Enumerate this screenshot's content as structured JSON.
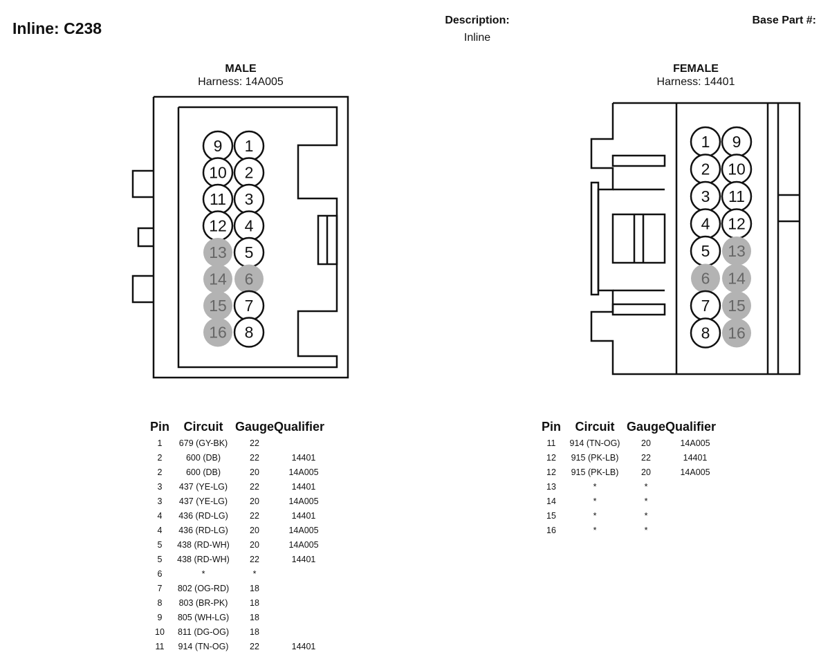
{
  "header": {
    "title": "Inline: C238",
    "description_label": "Description:",
    "description_value": "Inline",
    "base_part_label": "Base Part #:"
  },
  "male": {
    "gender": "MALE",
    "harness": "Harness: 14A005",
    "cavities": [
      {
        "pin": "9",
        "shaded": false
      },
      {
        "pin": "1",
        "shaded": false
      },
      {
        "pin": "10",
        "shaded": false
      },
      {
        "pin": "2",
        "shaded": false
      },
      {
        "pin": "11",
        "shaded": false
      },
      {
        "pin": "3",
        "shaded": false
      },
      {
        "pin": "12",
        "shaded": false
      },
      {
        "pin": "4",
        "shaded": false
      },
      {
        "pin": "13",
        "shaded": true
      },
      {
        "pin": "5",
        "shaded": false
      },
      {
        "pin": "14",
        "shaded": true
      },
      {
        "pin": "6",
        "shaded": true
      },
      {
        "pin": "15",
        "shaded": true
      },
      {
        "pin": "7",
        "shaded": false
      },
      {
        "pin": "16",
        "shaded": true
      },
      {
        "pin": "8",
        "shaded": false
      }
    ]
  },
  "female": {
    "gender": "FEMALE",
    "harness": "Harness: 14401",
    "cavities": [
      {
        "pin": "1",
        "shaded": false
      },
      {
        "pin": "9",
        "shaded": false
      },
      {
        "pin": "2",
        "shaded": false
      },
      {
        "pin": "10",
        "shaded": false
      },
      {
        "pin": "3",
        "shaded": false
      },
      {
        "pin": "11",
        "shaded": false
      },
      {
        "pin": "4",
        "shaded": false
      },
      {
        "pin": "12",
        "shaded": false
      },
      {
        "pin": "5",
        "shaded": false
      },
      {
        "pin": "13",
        "shaded": true
      },
      {
        "pin": "6",
        "shaded": true
      },
      {
        "pin": "14",
        "shaded": true
      },
      {
        "pin": "7",
        "shaded": false
      },
      {
        "pin": "15",
        "shaded": true
      },
      {
        "pin": "8",
        "shaded": false
      },
      {
        "pin": "16",
        "shaded": true
      }
    ]
  },
  "colors": {
    "shaded_fill": "#b3b3b3",
    "shaded_text": "#666666",
    "stroke": "#111111"
  },
  "table_headers": [
    "Pin",
    "Circuit",
    "Gauge",
    "Qualifier"
  ],
  "table_left": [
    [
      "1",
      "679 (GY-BK)",
      "22",
      ""
    ],
    [
      "2",
      "600 (DB)",
      "22",
      "14401"
    ],
    [
      "2",
      "600 (DB)",
      "20",
      "14A005"
    ],
    [
      "3",
      "437 (YE-LG)",
      "22",
      "14401"
    ],
    [
      "3",
      "437 (YE-LG)",
      "20",
      "14A005"
    ],
    [
      "4",
      "436 (RD-LG)",
      "22",
      "14401"
    ],
    [
      "4",
      "436 (RD-LG)",
      "20",
      "14A005"
    ],
    [
      "5",
      "438 (RD-WH)",
      "20",
      "14A005"
    ],
    [
      "5",
      "438 (RD-WH)",
      "22",
      "14401"
    ],
    [
      "6",
      "*",
      "*",
      ""
    ],
    [
      "7",
      "802 (OG-RD)",
      "18",
      ""
    ],
    [
      "8",
      "803 (BR-PK)",
      "18",
      ""
    ],
    [
      "9",
      "805 (WH-LG)",
      "18",
      ""
    ],
    [
      "10",
      "811 (DG-OG)",
      "18",
      ""
    ],
    [
      "11",
      "914 (TN-OG)",
      "22",
      "14401"
    ]
  ],
  "table_right": [
    [
      "11",
      "914 (TN-OG)",
      "20",
      "14A005"
    ],
    [
      "12",
      "915 (PK-LB)",
      "22",
      "14401"
    ],
    [
      "12",
      "915 (PK-LB)",
      "20",
      "14A005"
    ],
    [
      "13",
      "*",
      "*",
      ""
    ],
    [
      "14",
      "*",
      "*",
      ""
    ],
    [
      "15",
      "*",
      "*",
      ""
    ],
    [
      "16",
      "*",
      "*",
      ""
    ]
  ]
}
